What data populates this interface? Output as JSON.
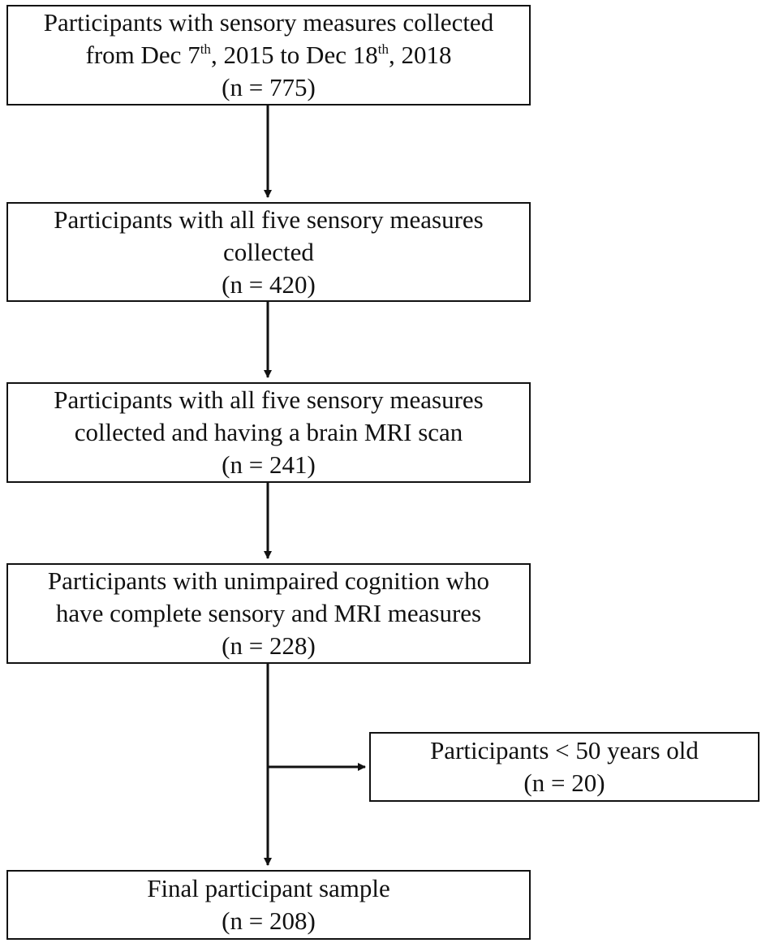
{
  "boxes": {
    "step1": {
      "line1": "Participants with sensory measures collected",
      "line2": {
        "a": "from Dec 7",
        "sup1": "th",
        "b": ", 2015 to Dec 18",
        "sup2": "th",
        "c": ", 2018"
      },
      "count": "(n = 775)"
    },
    "step2": {
      "line1": "Participants with all five sensory measures",
      "line2": "collected",
      "count": "(n = 420)"
    },
    "step3": {
      "line1": "Participants with all five sensory measures",
      "line2": "collected and having a brain MRI scan",
      "count": "(n = 241)"
    },
    "step4": {
      "line1": "Participants with unimpaired cognition who",
      "line2": "have complete sensory and MRI measures",
      "count": "(n = 228)"
    },
    "exclusion": {
      "line1": "Participants < 50 years old",
      "count": "(n = 20)"
    },
    "final": {
      "line1": "Final participant sample",
      "count": "(n = 208)"
    }
  }
}
